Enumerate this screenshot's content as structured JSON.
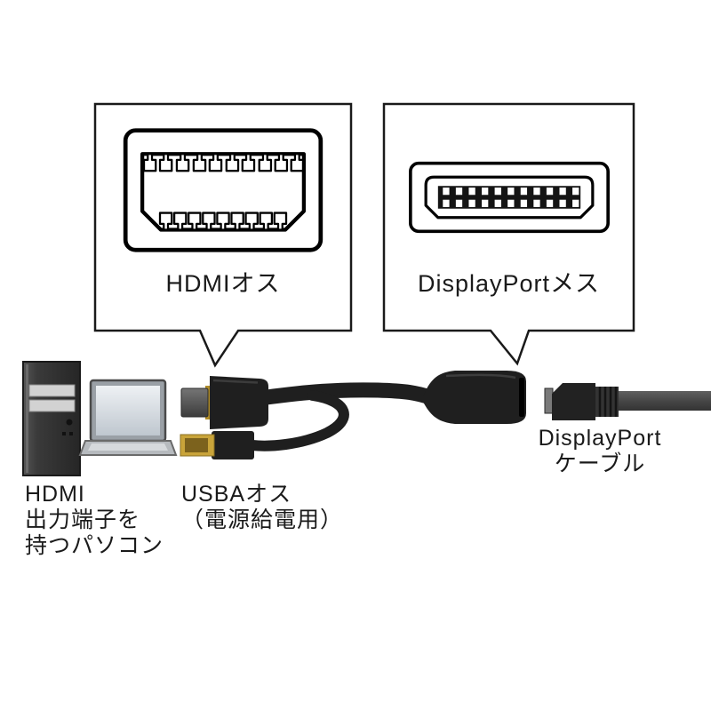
{
  "callouts": {
    "hdmi": {
      "label": "HDMIオス"
    },
    "displayport": {
      "label": "DisplayPortメス"
    }
  },
  "labels": {
    "pc": "HDMI\n出力端子を\n持つパソコン",
    "usb": "USBAオス\n（電源給電用）",
    "dp_cable": "DisplayPort\nケーブル"
  },
  "icons": {
    "hdmi_male_connector": "hdmi-male-connector-icon",
    "displayport_female_connector": "displayport-female-connector-icon",
    "pc_tower": "pc-tower-icon",
    "laptop": "laptop-icon",
    "hdmi_plug": "hdmi-plug-icon",
    "usb_a_plug": "usb-a-plug-icon",
    "dp_female_adapter": "dp-female-adapter-icon",
    "dp_cable_plug": "dp-cable-plug-icon"
  },
  "colors": {
    "outline": "#1a1a1a",
    "black_plastic": "#1f1f1f",
    "gold": "#c9a43a",
    "cable_gray": "#4a4a4a",
    "background": "#ffffff"
  }
}
